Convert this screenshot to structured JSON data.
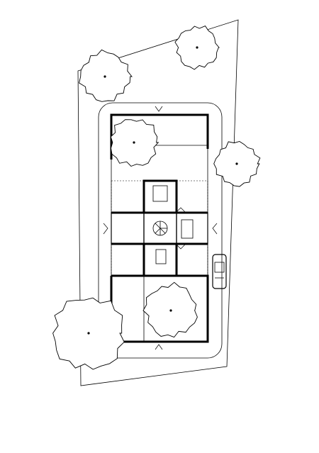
{
  "diagram": {
    "type": "site-plan",
    "trees": [
      {
        "id": "tree-northwest"
      },
      {
        "id": "tree-northeast"
      },
      {
        "id": "tree-courtyard-north"
      },
      {
        "id": "tree-east"
      },
      {
        "id": "tree-courtyard-south"
      },
      {
        "id": "tree-southwest"
      }
    ],
    "rooms": [
      {
        "id": "north-court"
      },
      {
        "id": "upper-module-west"
      },
      {
        "id": "upper-module-center"
      },
      {
        "id": "upper-module-east"
      },
      {
        "id": "middle-module-west"
      },
      {
        "id": "stair-core"
      },
      {
        "id": "middle-module-east"
      },
      {
        "id": "lower-module-west"
      },
      {
        "id": "lower-module-center"
      },
      {
        "id": "lower-module-east"
      },
      {
        "id": "south-court-west"
      },
      {
        "id": "south-court-east"
      }
    ],
    "vehicle": "parked-car"
  }
}
